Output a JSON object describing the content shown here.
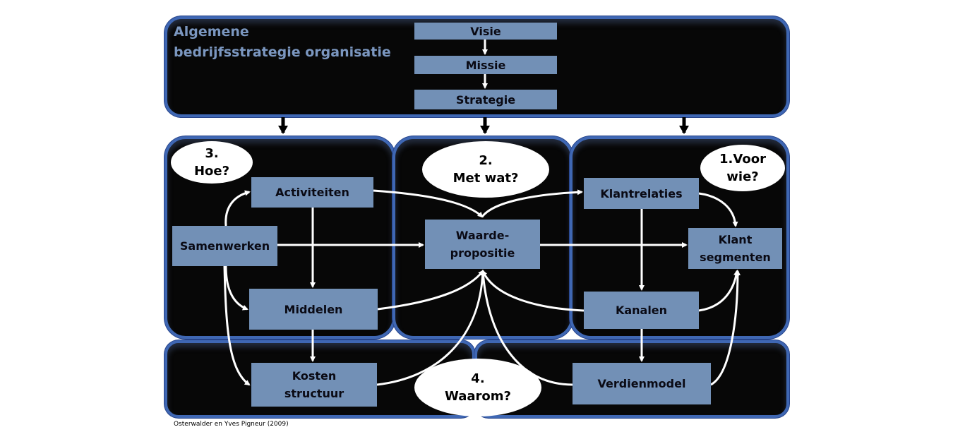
{
  "header_panel": {
    "title": "Algemene\nbedrijfsstrategie organisatie",
    "steps": [
      "Visie",
      "Missie",
      "Strategie"
    ]
  },
  "sections": {
    "how": {
      "question": "3.\nHoe?",
      "blocks": {
        "activities": "Activiteiten",
        "partners": "Samenwerken",
        "resources": "Middelen"
      }
    },
    "what": {
      "question": "2.\nMet wat?",
      "blocks": {
        "value": "Waarde-\npropositie"
      }
    },
    "who": {
      "question": "1.Voor\nwie?",
      "blocks": {
        "relations": "Klantrelaties",
        "segments": "Klant\nsegmenten",
        "channels": "Kanalen"
      }
    },
    "why": {
      "question": "4.\nWaarom?",
      "blocks": {
        "costs": "Kosten\nstructuur",
        "revenue": "Verdienmodel"
      }
    }
  },
  "caption": "Osterwalder en Yves Pigneur (2009)",
  "colors": {
    "panel_fill": "#070707",
    "panel_border": "#3f67b3",
    "block_fill": "#7290b6",
    "title_text": "#7b97c0",
    "arrow": "#ffffff"
  }
}
